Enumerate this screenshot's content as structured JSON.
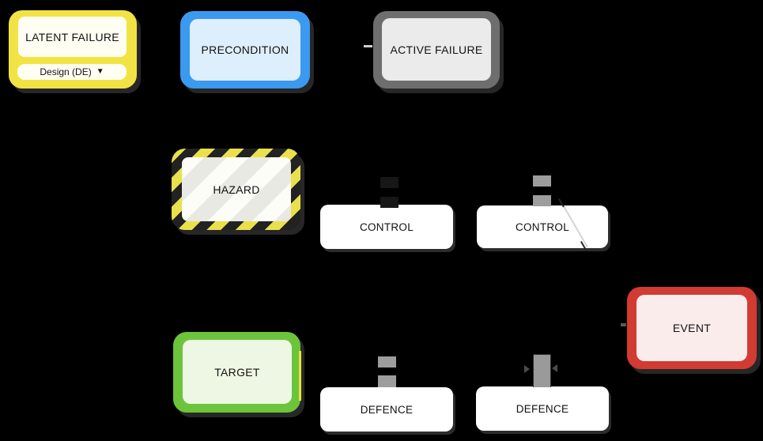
{
  "diagram": {
    "background_color": "#000000",
    "nodes": [
      {
        "id": "latent-failure",
        "label": "LATENT FAILURE",
        "border_color": "#f2e345",
        "fill_color": "#fffef2",
        "dropdown": {
          "value": "Design (DE)",
          "caret": "▼"
        }
      },
      {
        "id": "precondition",
        "label": "PRECONDITION",
        "border_color": "#3b99f0",
        "fill_color": "#ddeefc"
      },
      {
        "id": "active-failure",
        "label": "ACTIVE FAILURE",
        "border_color": "#6e6e6e",
        "fill_color": "#ebebeb"
      },
      {
        "id": "hazard",
        "label": "HAZARD",
        "stripe_colors": [
          "#e9e04b",
          "#222222"
        ],
        "fill_color": "#fbfbf4"
      },
      {
        "id": "control-left",
        "label": "CONTROL",
        "fill_color": "#ffffff"
      },
      {
        "id": "control-right",
        "label": "CONTROL",
        "fill_color": "#ffffff"
      },
      {
        "id": "target",
        "label": "TARGET",
        "border_color": "#6cc43b",
        "fill_color": "#eef7e4"
      },
      {
        "id": "defence-left",
        "label": "DEFENCE",
        "fill_color": "#ffffff"
      },
      {
        "id": "defence-right",
        "label": "DEFENCE",
        "fill_color": "#ffffff"
      },
      {
        "id": "event",
        "label": "EVENT",
        "border_color": "#d23b31",
        "fill_color": "#faeceb"
      }
    ],
    "icons": {
      "barrier_marker_color": "#9d9d9d",
      "failed_barrier_line_color": "#d4d4d4",
      "target_edge_line_color": "#e7e33d"
    }
  }
}
